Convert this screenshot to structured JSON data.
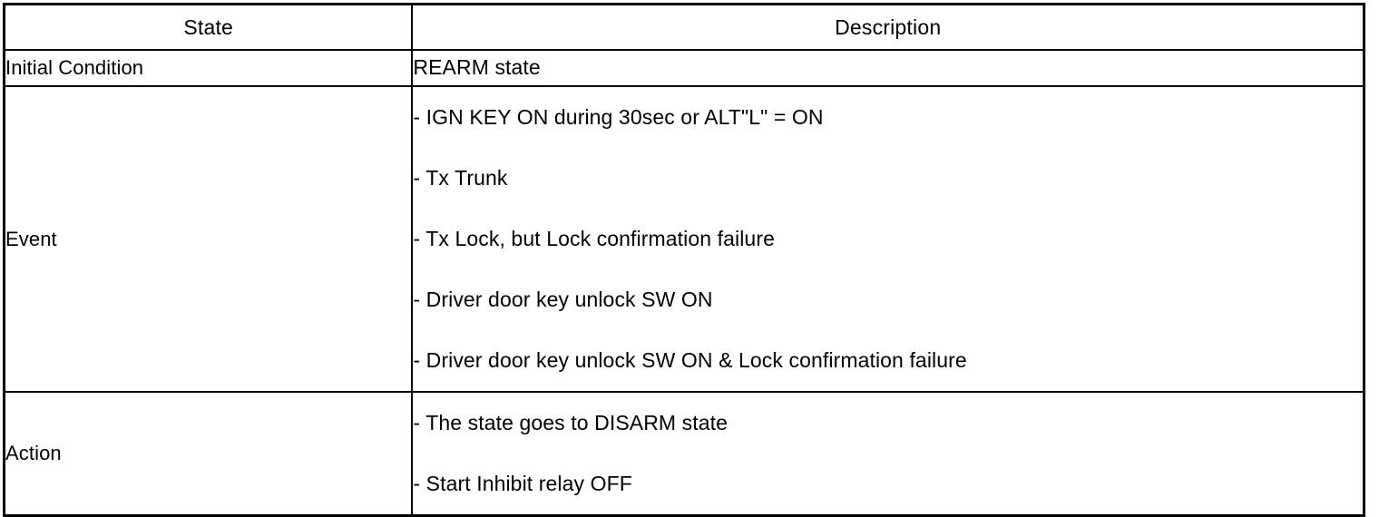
{
  "table": {
    "headers": {
      "state": "State",
      "description": "Description"
    },
    "rows": [
      {
        "state": "Initial Condition",
        "description_lines": [
          "REARM state"
        ]
      },
      {
        "state": "Event",
        "description_lines": [
          "- IGN KEY ON during 30sec or ALT\"L\" = ON",
          "- Tx Trunk",
          "- Tx Lock, but Lock confirmation failure",
          "- Driver door key unlock SW ON",
          "- Driver door key unlock SW ON & Lock confirmation failure"
        ]
      },
      {
        "state": "Action",
        "description_lines": [
          "- The state goes to DISARM state",
          "- Start Inhibit relay OFF"
        ]
      }
    ]
  },
  "colors": {
    "border": "#000000",
    "text": "#000000",
    "background": "#ffffff"
  }
}
